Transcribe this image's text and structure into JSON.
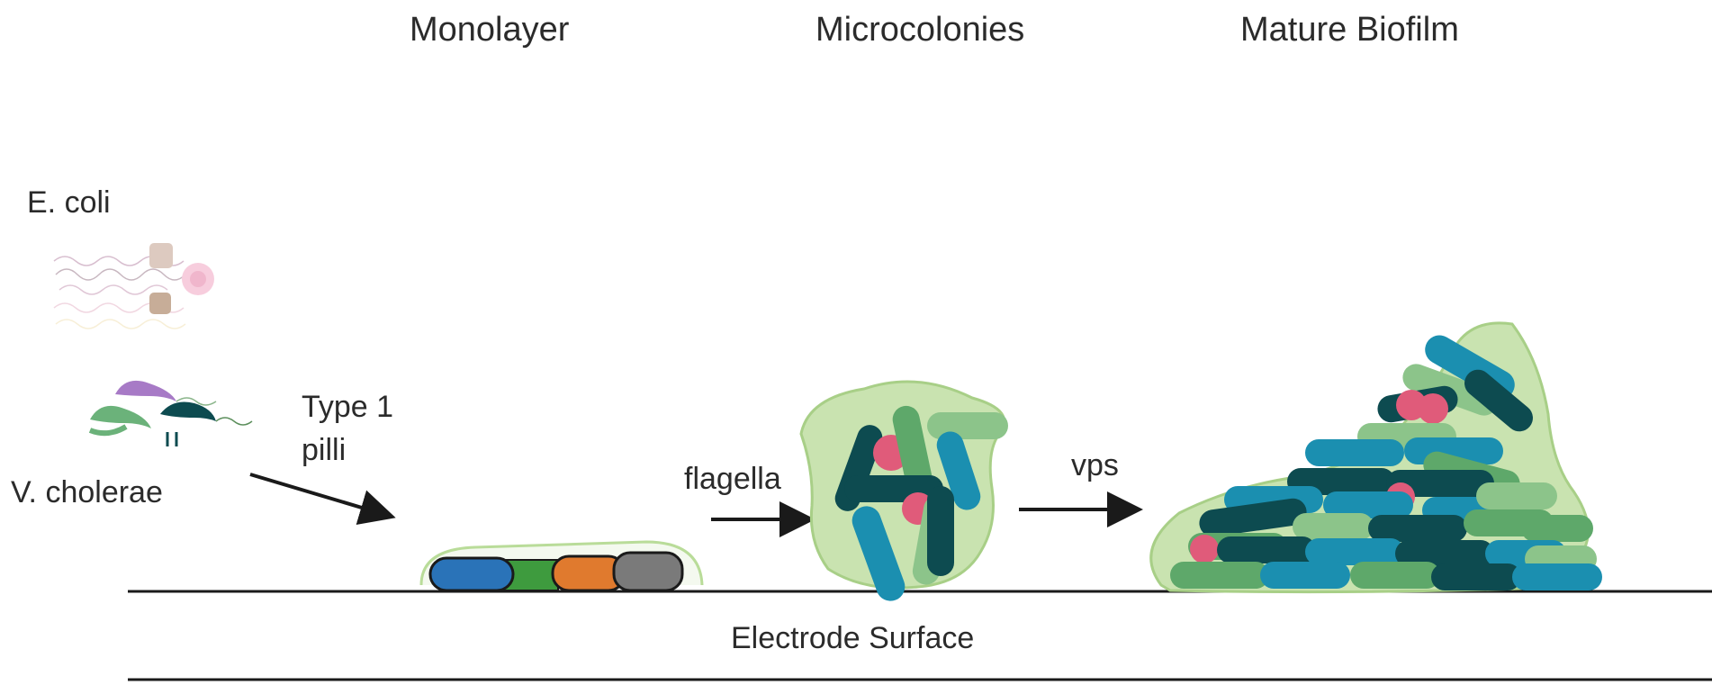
{
  "stages": {
    "monolayer": "Monolayer",
    "microcolonies": "Microcolonies",
    "mature_biofilm": "Mature Biofilm"
  },
  "organisms": {
    "ecoli": "E. coli",
    "vcholerae": "V. cholerae"
  },
  "transitions": {
    "type1_line1": "Type 1",
    "type1_line2": "pilli",
    "flagella": "flagella",
    "vps": "vps"
  },
  "surface_label": "Electrode Surface",
  "colors": {
    "matrix_fill": "#c9e3b0",
    "matrix_stroke": "#a8cf87",
    "dark_teal": "#0d4b50",
    "teal": "#1b8fb0",
    "green": "#5ea86a",
    "light_green": "#8cc48a",
    "pink": "#e05b7a",
    "blue_cell": "#2a73b8",
    "green_cell": "#3e9b3e",
    "orange_cell": "#e07a2e",
    "gray_cell": "#7a7a7a",
    "purple_cell": "#a77ac6"
  }
}
